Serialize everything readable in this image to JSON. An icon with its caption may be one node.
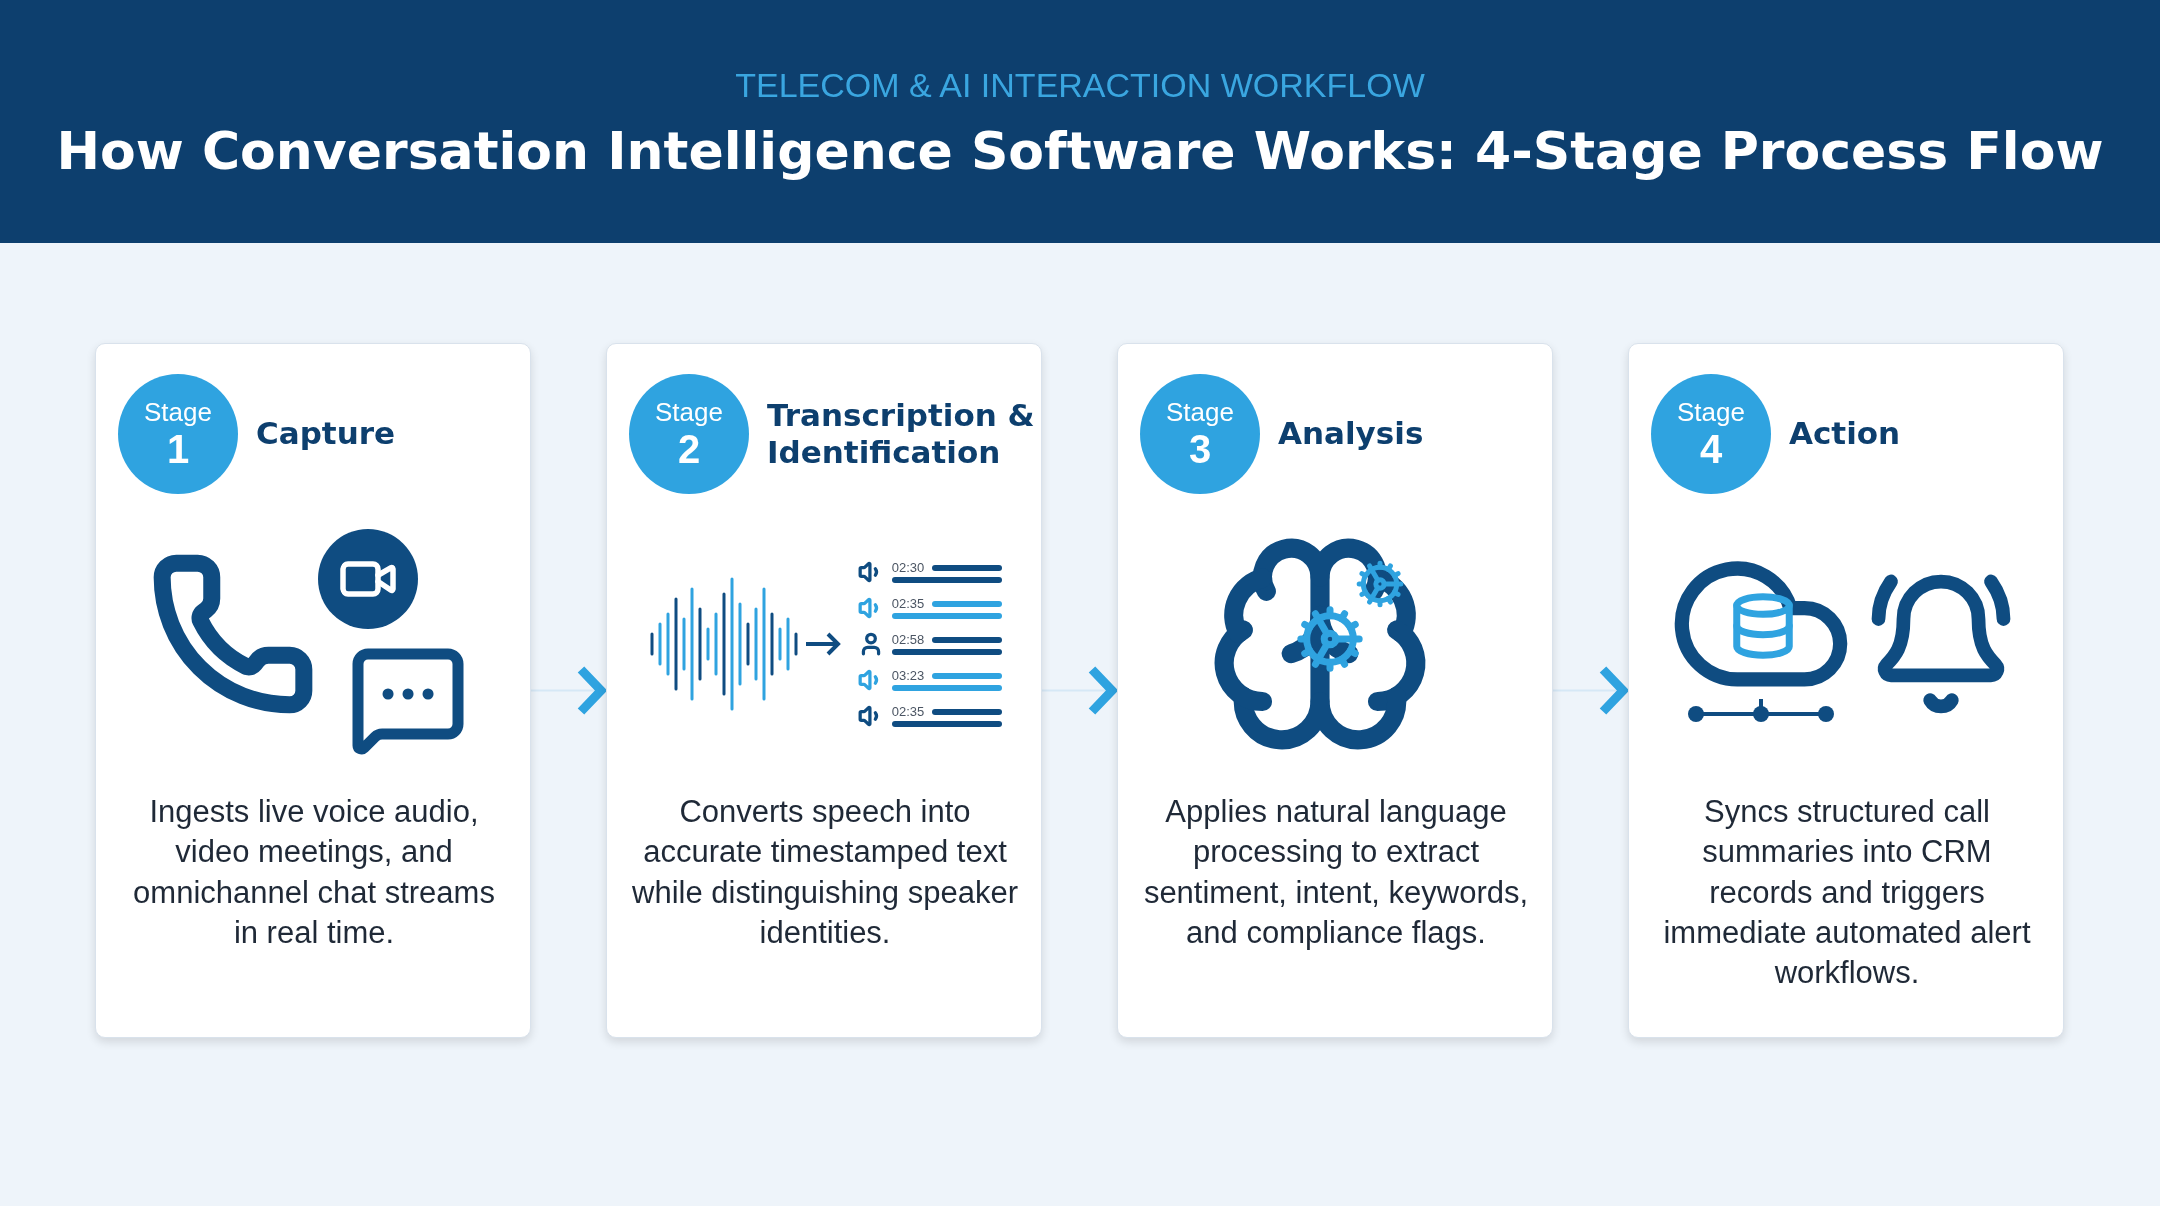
{
  "diagram": {
    "title": "How Conversation Intelligence Software Works: 4-Stage Process Flow",
    "nodes": [
      {
        "text": [
          "Capture",
          "Ingests live voice audio, video meetings, and omnichannel chat streams in real time."
        ]
      },
      {
        "text": [
          "Stage",
          "1"
        ],
        "in": 0
      },
      {
        "text": [
          "Transcription & Identification",
          "Converts speech into accurate timestamped text while distinguishing speaker identities."
        ]
      },
      {
        "text": [
          "Stage",
          "2"
        ],
        "in": 2
      },
      {
        "text": [
          "Analysis",
          "Applies natural language processing to extract sentiment, intent, keywords, and compliance flags."
        ]
      },
      {
        "text": [
          "Stage",
          "3"
        ],
        "in": 4
      },
      {
        "text": [
          "Action",
          "Syncs structured call summaries into CRM records and triggers immediate automated alert workflows."
        ]
      },
      {
        "text": [
          "Stage",
          "4"
        ],
        "in": 6
      }
    ],
    "edges": [
      {
        "from": 0,
        "to": 2,
        "arrow": "to"
      },
      {
        "from": 2,
        "to": 4,
        "arrow": "to"
      },
      {
        "from": 4,
        "to": 6,
        "arrow": "to"
      }
    ],
    "labels": [
      "TELECOM & AI INTERACTION WORKFLOW",
      "02:30",
      "02:35",
      "02:58",
      "03:23",
      "02:35"
    ]
  }
}
